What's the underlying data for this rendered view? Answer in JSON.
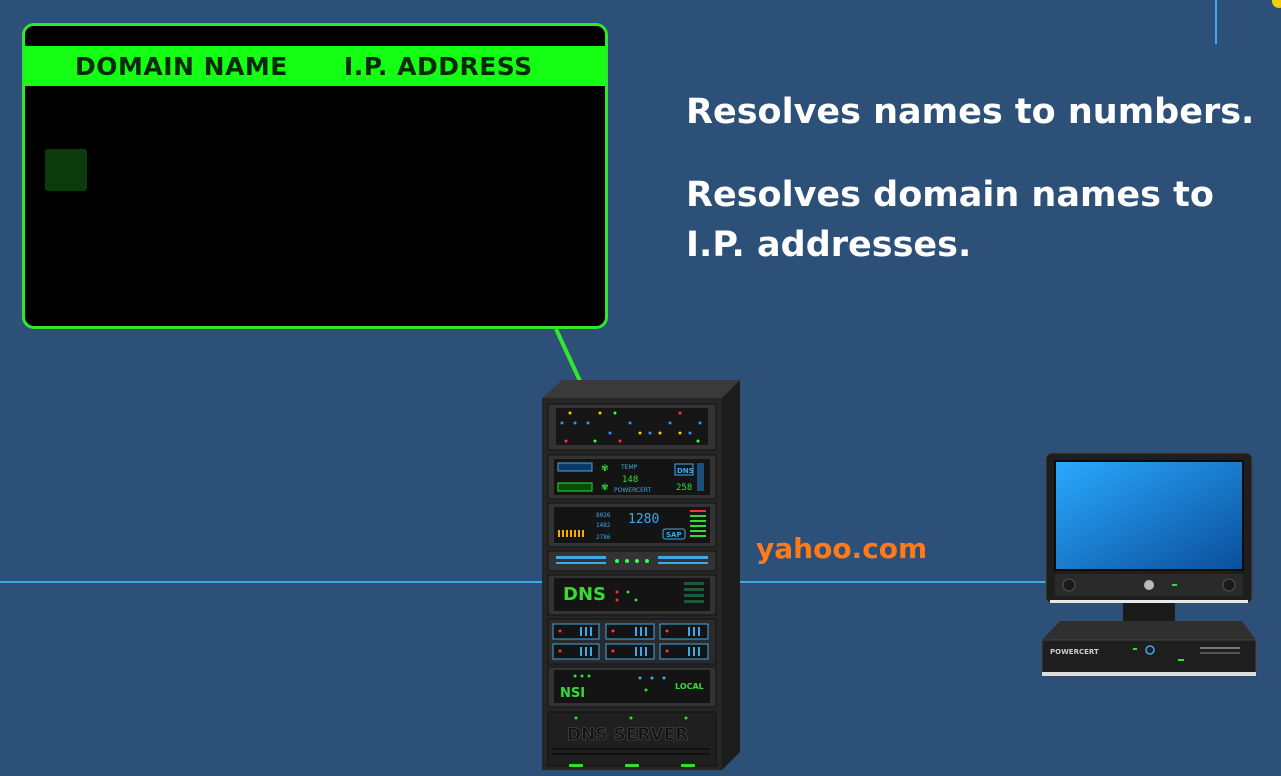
{
  "callout": {
    "col_domain": "DOMAIN NAME",
    "col_ip": "I.P. ADDRESS"
  },
  "description": {
    "line1": "Resolves names to numbers.",
    "line2a": "Resolves domain names to",
    "line2b": "I.P. addresses."
  },
  "query": "yahoo.com",
  "server": {
    "badge_dns": "DNS",
    "panel_temp": "TEMP",
    "panel_temp_val": "148",
    "panel_num": "258",
    "brand": "POWERCERT",
    "readout_a": "8026",
    "readout_b": "1482",
    "readout_c": "2786",
    "readout_main": "1280",
    "badge_sap": "SAP",
    "dns_large": "DNS",
    "nsi": "NSI",
    "local": "LOCAL",
    "base_label": "DNS SERVER"
  },
  "computer": {
    "brand": "POWERCERT"
  },
  "colors": {
    "background": "#2d5078",
    "network_line": "#3fa9e8",
    "callout_border": "#2ee82e",
    "callout_header": "#14ff14",
    "query_text": "#ff7b1a"
  }
}
